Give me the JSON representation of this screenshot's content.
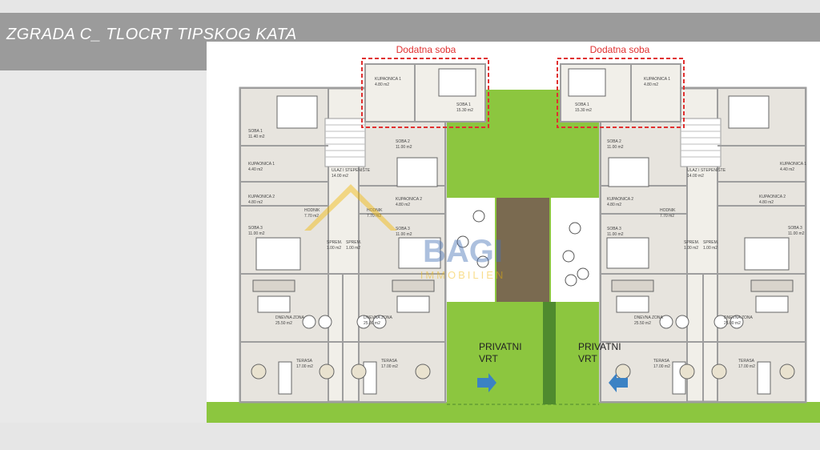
{
  "page": {
    "title": "ZGRADA C_ TLOCRT TIPSKOG KATA"
  },
  "plan": {
    "extra_room_label": "Dodatna soba",
    "garden_label_line1": "PRIVATNI",
    "garden_label_line2": "VRT",
    "watermark": {
      "brand": "BAGI",
      "sub": "IMMOBILIEN"
    },
    "rooms": {
      "kupaonica1": "KUPAONICA 1",
      "kupaonica1_area": "4.80 m2",
      "kupaonica1_area_b": "4.40 m2",
      "kupaonica2": "KUPAONICA 2",
      "kupaonica2_area": "4.80 m2",
      "soba1": "SOBA 1",
      "soba1_area_extra": "15.30 m2",
      "soba1_area": "11.40 m2",
      "soba2": "SOBA 2",
      "soba2_area": "11.00 m2",
      "soba3": "SOBA 3",
      "soba3_area": "11.00 m2",
      "ulaz": "ULAZ I STEPENIŠTE",
      "ulaz_area": "14.00 m2",
      "hodnik": "HODNIK",
      "hodnik_area": "7.70 m2",
      "sprem": "SPREM.",
      "sprem_area": "1.00 m2",
      "dnevna": "DNEVNA ZONA",
      "dnevna_area": "25.50 m2",
      "dnevna_area_b": "25.00 m2",
      "terasa": "TERASA",
      "terasa_area": "17.00 m2"
    }
  },
  "colors": {
    "title_band": "#9b9b9b",
    "garden": "#8cc63f",
    "hedge": "#4f8a2e",
    "path": "#7a6a50",
    "highlight": "#e03030",
    "arrow": "#3b82c4",
    "wall": "#bdbdbd",
    "floor": "#f1efe9"
  }
}
